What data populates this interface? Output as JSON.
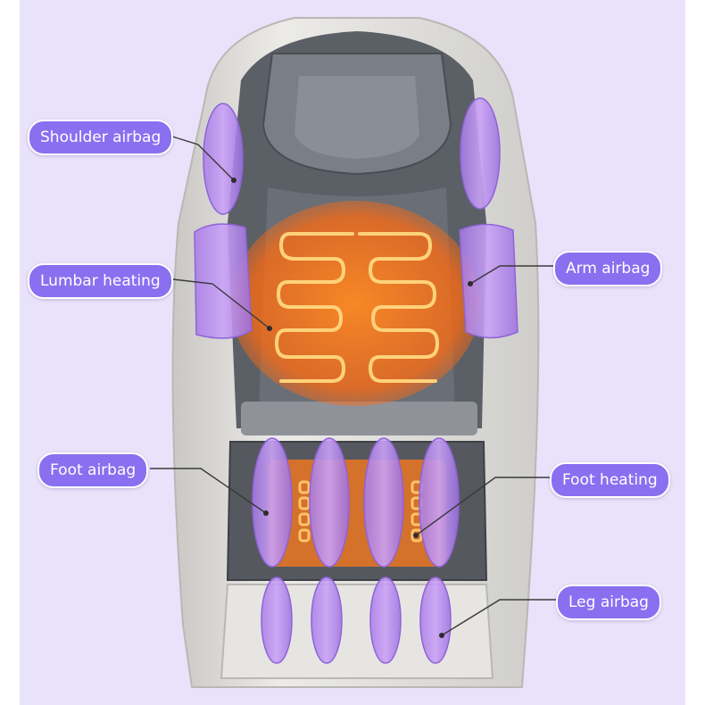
{
  "colors": {
    "background": "#e9e2fb",
    "callout_fill": "#8a6ff0",
    "callout_border": "#ffffff",
    "airbag": "#b98af0",
    "heating_glow": "#ff7a1a",
    "heating_coil": "#ffd27a",
    "chair_shell": "#dcdcd8",
    "chair_upholstery": "#5f6368"
  },
  "callouts": {
    "shoulder_airbag": "Shoulder airbag",
    "lumbar_heating": "Lumbar heating",
    "foot_airbag": "Foot airbag",
    "arm_airbag": "Arm airbag",
    "foot_heating": "Foot heating",
    "leg_airbag": "Leg airbag"
  }
}
